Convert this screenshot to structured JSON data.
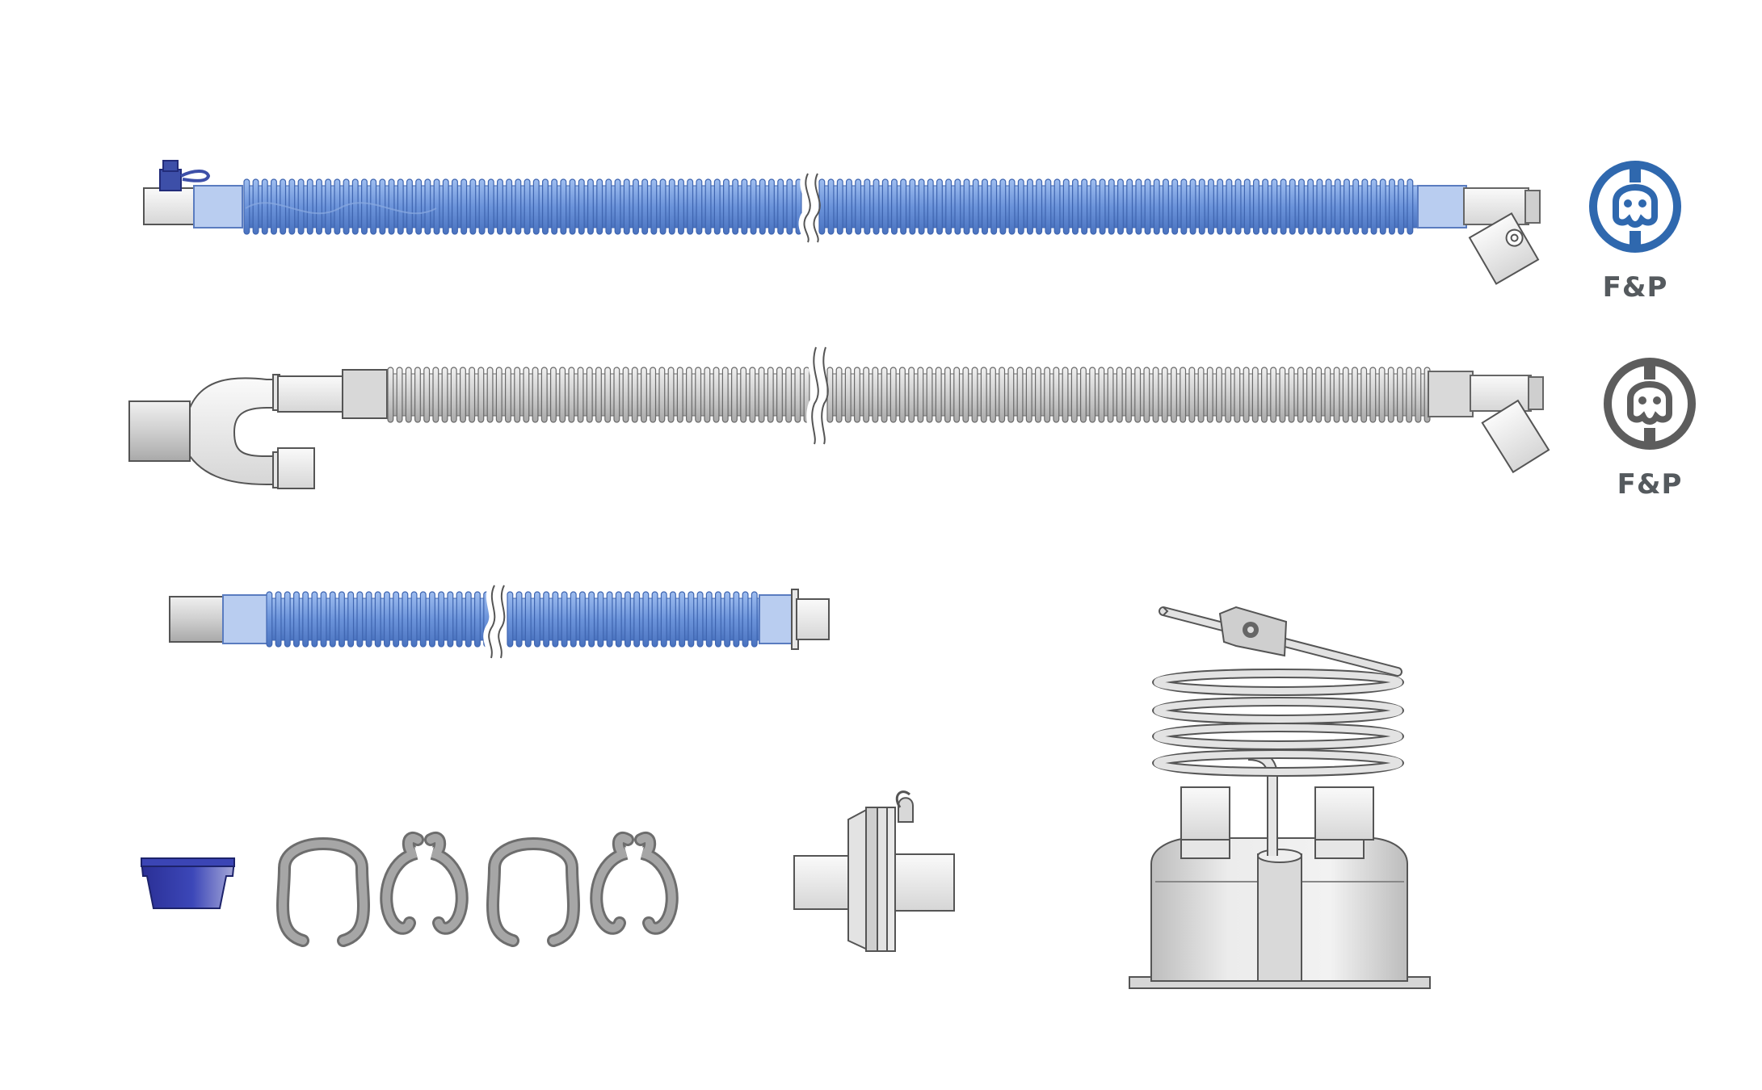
{
  "logos": [
    {
      "text": "F&P",
      "variant": "blue"
    },
    {
      "text": "F&P",
      "variant": "grey"
    }
  ],
  "colors": {
    "background": "#ffffff",
    "tube_blue": "#6c93d8",
    "tube_blue_dark": "#3f65b0",
    "tube_grey": "#c2c2c2",
    "tube_grey_dark": "#7b7b7b",
    "logo_blue": "#2f68ae",
    "logo_grey": "#5d5d5d",
    "label_grey": "#555a5e",
    "cap_navy": "#252d8c"
  },
  "icons": [
    "heated-inspiratory-limb",
    "expiratory-limb-with-wye",
    "short-connector-tube",
    "blue-cap",
    "tube-clip",
    "filter-adapter",
    "humidifier-chamber-with-spike"
  ]
}
